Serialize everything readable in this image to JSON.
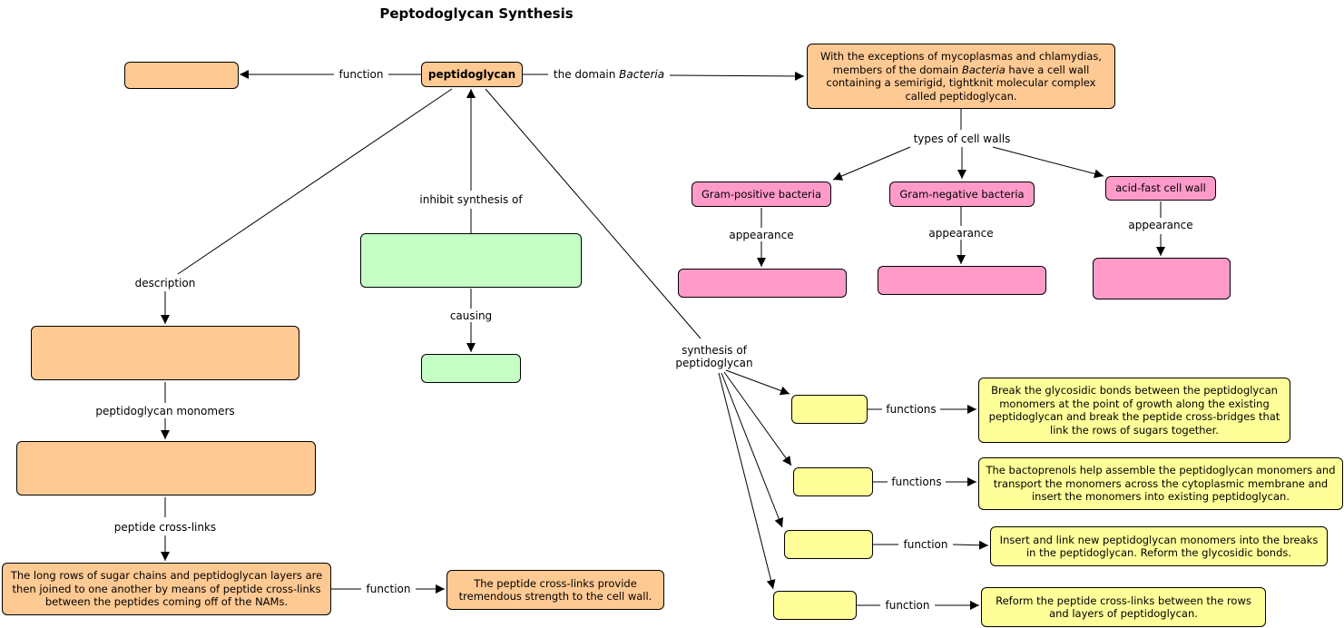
{
  "title": "Peptodoglycan Synthesis",
  "nodes": {
    "peptidoglycan": "peptidoglycan",
    "function_target": "",
    "domain_bacteria": {
      "pre": "With the exceptions of mycoplasmas and chlamydias, members of the domain ",
      "em": "Bacteria",
      "post": "  have a cell wall containing a semirigid, tightknit molecular complex called peptidoglycan."
    },
    "gram_positive": "Gram-positive bacteria",
    "gram_negative": "Gram-negative bacteria",
    "acid_fast": "acid-fast cell wall",
    "gram_positive_appearance": "",
    "gram_negative_appearance": "",
    "acid_fast_appearance": "",
    "inhibitor": "",
    "inhibitor_result": "",
    "description": "",
    "monomers": "",
    "crosslinks_text": "The long rows of sugar chains and peptidoglycan layers are then joined to one another by means of peptide cross-links between the peptides coming off of the NAMs.",
    "crosslinks_function": "The peptide cross-links provide tremendous strength to the cell wall.",
    "enzyme_1": "",
    "enzyme_2": "",
    "enzyme_3": "",
    "enzyme_4": "",
    "enzyme_1_function": "Break the glycosidic bonds between the peptidoglycan monomers at the point of growth along the existing peptidoglycan and break the peptide cross-bridges that link the rows of sugars together.",
    "enzyme_2_function": "The bactoprenols help assemble the peptidoglycan monomers and transport the monomers across the cytoplasmic membrane and insert the monomers into existing peptidoglycan.",
    "enzyme_3_function": "Insert and link new peptidoglycan monomers into the breaks in the peptidoglycan. Reform the glycosidic bonds.",
    "enzyme_4_function": "Reform the peptide cross-links between the rows and layers of peptidoglycan."
  },
  "links": {
    "function_1": "function",
    "domain": {
      "pre": "the domain ",
      "em": "Bacteria"
    },
    "types_of_cell_walls": "types of cell walls",
    "appearance_1": "appearance",
    "appearance_2": "appearance",
    "appearance_3": "appearance",
    "inhibit_synthesis_of": "inhibit synthesis of",
    "causing": "causing",
    "description": "description",
    "peptidoglycan_monomers": "peptidoglycan monomers",
    "peptide_cross_links": "peptide cross-links",
    "function_2": "function",
    "synthesis_of": "synthesis of\npeptidoglycan",
    "functions_1": "functions",
    "functions_2": "functions",
    "function_3": "function",
    "function_4": "function"
  },
  "colors": {
    "orange": "#ffc993",
    "pink": "#ff9ac9",
    "green": "#c5ffc5",
    "yellow": "#ffff9a"
  }
}
